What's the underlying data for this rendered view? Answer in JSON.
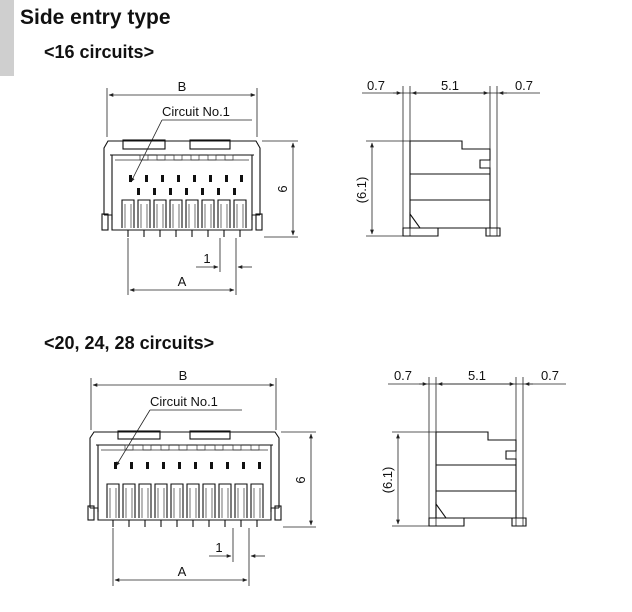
{
  "header": {
    "title": "Side entry type",
    "accent_color": "#cfcfcf"
  },
  "sections": [
    {
      "subtitle": "<16 circuits>",
      "front_view": {
        "label_b": "B",
        "label_circuit": "Circuit No.1",
        "label_height": "6",
        "label_pitch": "1",
        "label_a": "A"
      },
      "side_view": {
        "label_left": "0.7",
        "label_mid": "5.1",
        "label_right": "0.7",
        "label_height": "(6.1)"
      }
    },
    {
      "subtitle": "<20, 24, 28 circuits>",
      "front_view": {
        "label_b": "B",
        "label_circuit": "Circuit No.1",
        "label_height": "6",
        "label_pitch": "1",
        "label_a": "A"
      },
      "side_view": {
        "label_left": "0.7",
        "label_mid": "5.1",
        "label_right": "0.7",
        "label_height": "(6.1)"
      }
    }
  ]
}
